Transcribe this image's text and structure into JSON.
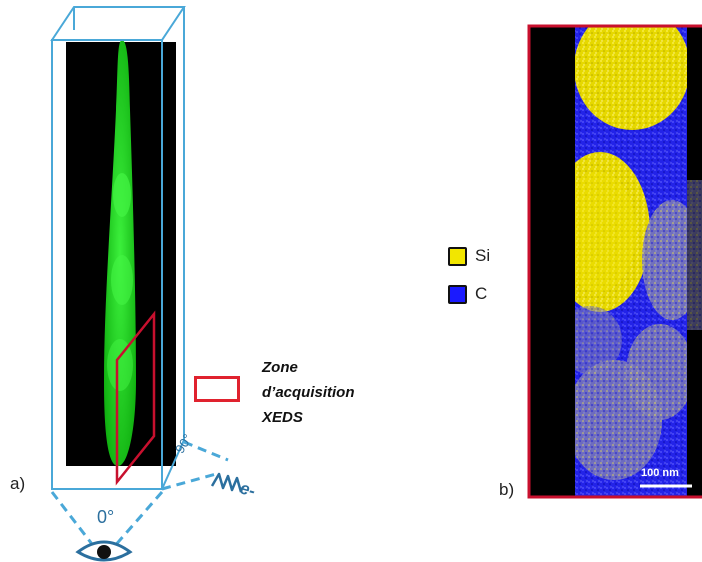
{
  "panel_a": {
    "label": "a)",
    "angle_front": "0°",
    "angle_side": "90°",
    "electron_label": "e-",
    "zone_text": "Zone\nd’acquisition\nXEDS",
    "colors": {
      "box": "#4aa8d8",
      "needle": "#22e022",
      "zone": "#c8102e",
      "eye": "#2b6f9e"
    }
  },
  "panel_b": {
    "label": "b)",
    "scale_bar": "100 nm",
    "legend": [
      {
        "label": "Si",
        "color": "#f2e600"
      },
      {
        "label": "C",
        "color": "#1a1aff"
      }
    ],
    "colors": {
      "frame": "#c8102e"
    }
  }
}
